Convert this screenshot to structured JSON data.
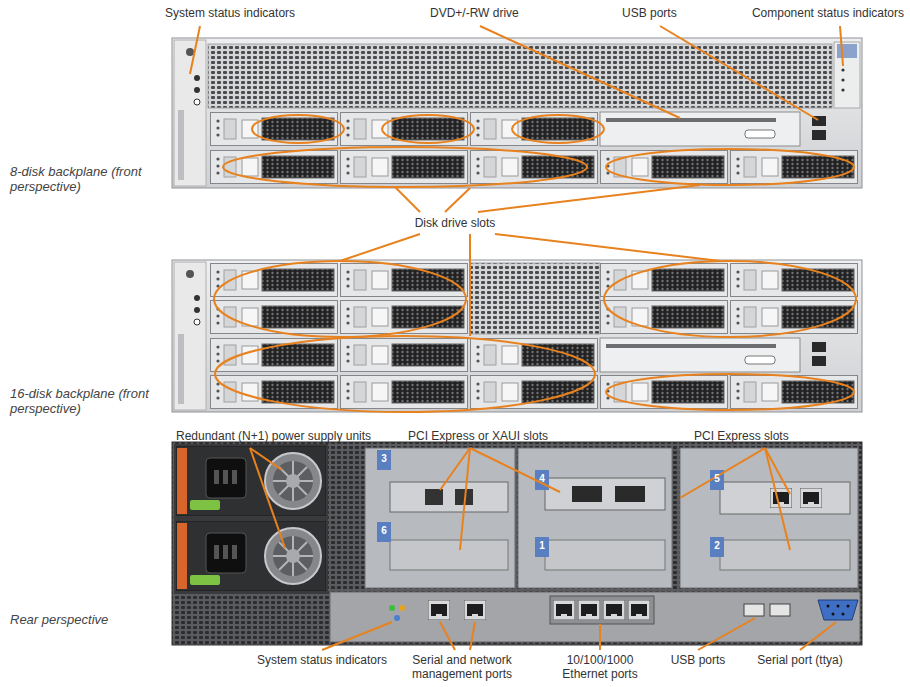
{
  "diagram": {
    "labels": [
      "System status indicators",
      "DVD+/-RW drive",
      "USB ports",
      "Component status indicators",
      "8-disk backplane (front perspective)",
      "Disk drive slots",
      "16-disk backplane (front perspective)",
      "Redundant (N+1) power supply units",
      "PCI Express or XAUI slots",
      "PCI Express slots",
      "Rear perspective",
      "System status indicators",
      "Serial and network management ports",
      "10/100/1000 Ethernet ports",
      "USB ports",
      "Serial port (ttya)",
      "3",
      "6",
      "4",
      "1",
      "5",
      "2"
    ]
  }
}
